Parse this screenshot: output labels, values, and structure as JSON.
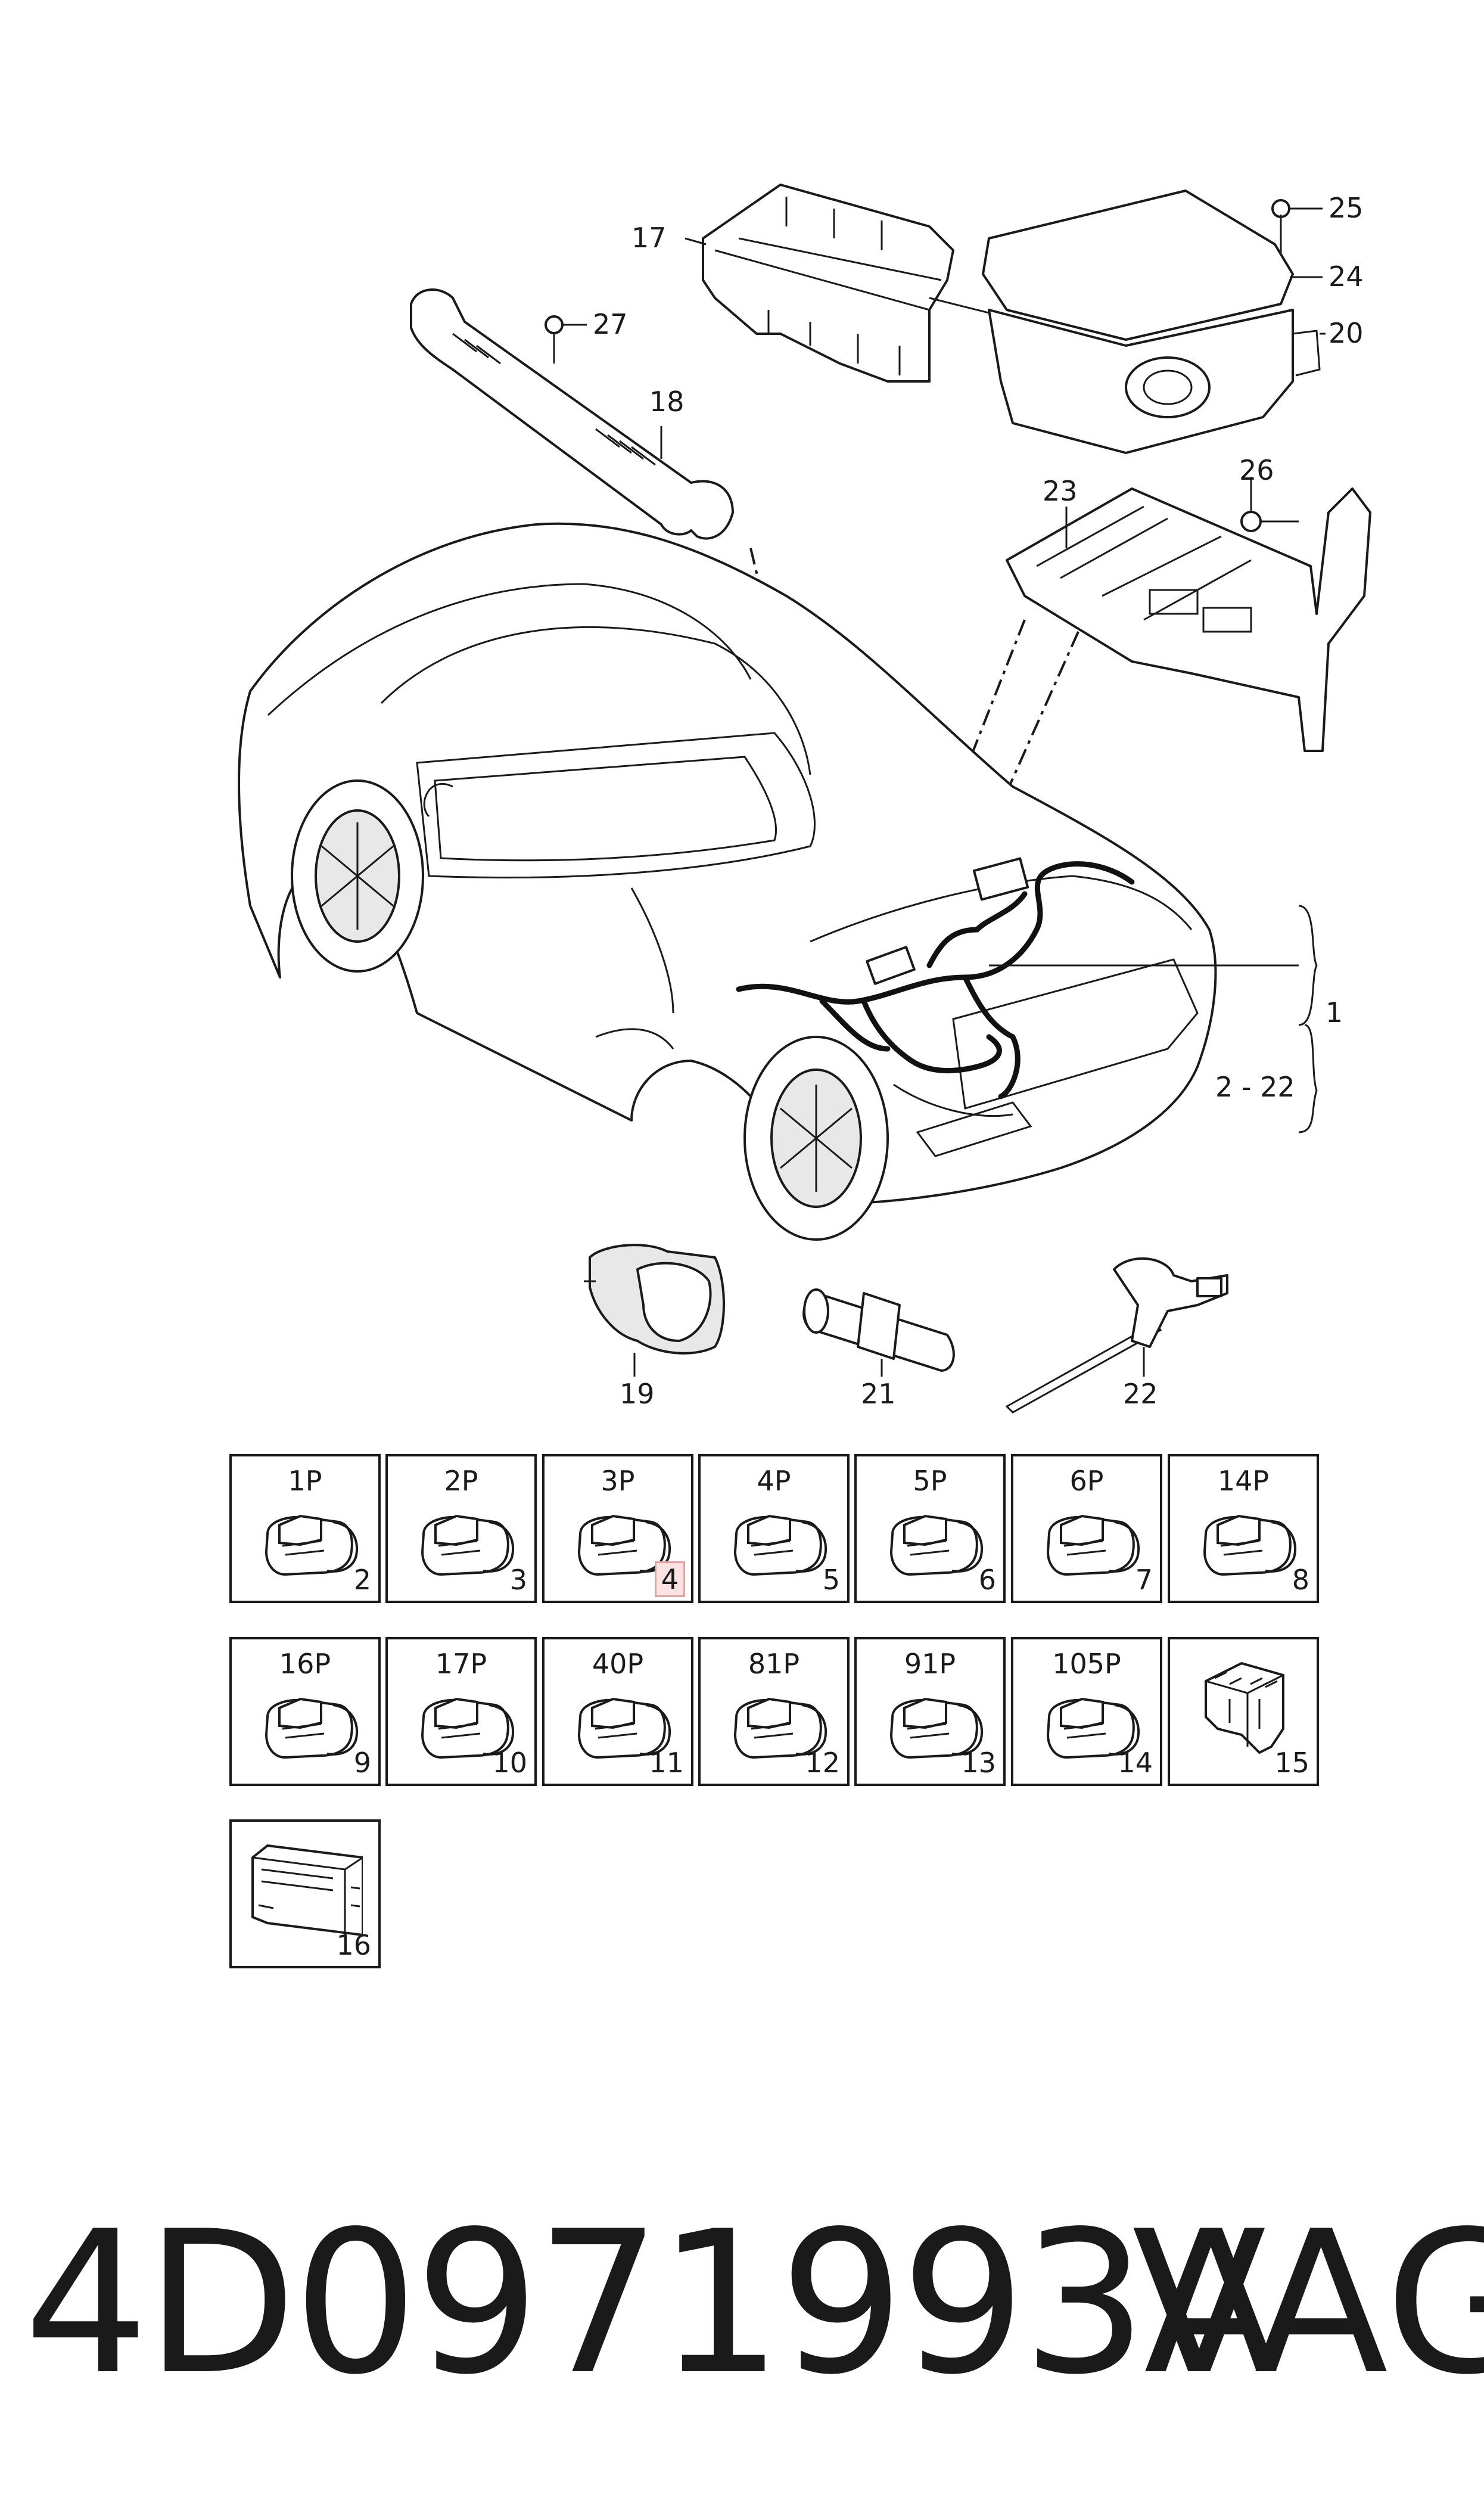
{
  "callouts": {
    "c17": "17",
    "c25": "25",
    "c24": "24",
    "c20": "20",
    "c27": "27",
    "c18": "18",
    "c23": "23",
    "c26": "26",
    "c1": "1",
    "c2_22": "2 - 22",
    "c19": "19",
    "c21": "21",
    "c22": "22"
  },
  "connectors": [
    {
      "pins": "1P",
      "num": "2"
    },
    {
      "pins": "2P",
      "num": "3"
    },
    {
      "pins": "3P",
      "num": "4"
    },
    {
      "pins": "4P",
      "num": "5"
    },
    {
      "pins": "5P",
      "num": "6"
    },
    {
      "pins": "6P",
      "num": "7"
    },
    {
      "pins": "14P",
      "num": "8"
    },
    {
      "pins": "16P",
      "num": "9"
    },
    {
      "pins": "17P",
      "num": "10"
    },
    {
      "pins": "40P",
      "num": "11"
    },
    {
      "pins": "81P",
      "num": "12"
    },
    {
      "pins": "91P",
      "num": "13"
    },
    {
      "pins": "105P",
      "num": "14"
    },
    {
      "pins": "",
      "num": "15"
    },
    {
      "pins": "",
      "num": "16"
    }
  ],
  "footer": {
    "part_number": "4D0971993A",
    "brand": "VAG"
  },
  "colors": {
    "line": "#1a1a1a",
    "highlight_fill": "#fbe3e3",
    "highlight_border": "#e6a1a1"
  }
}
